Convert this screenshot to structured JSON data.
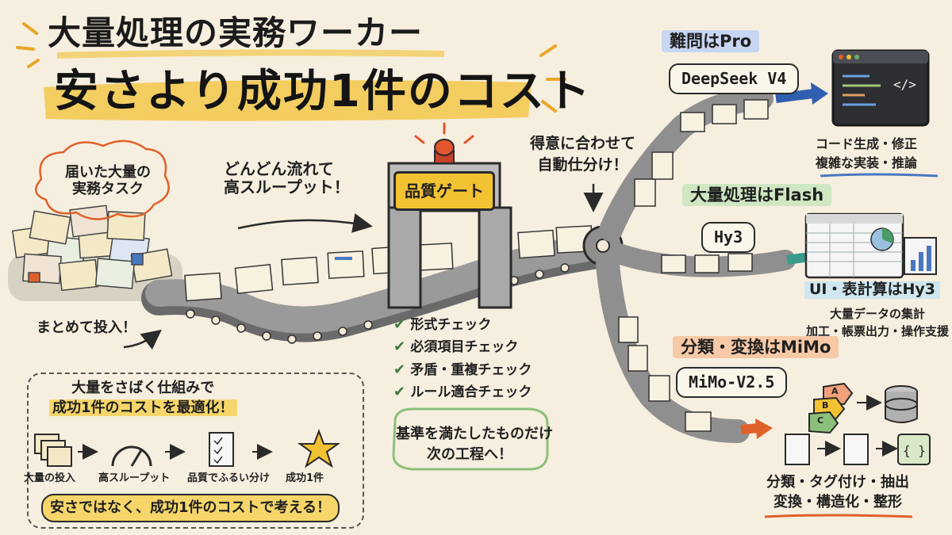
{
  "title": {
    "line1": "大量処理の実務ワーカー",
    "line2": "安さより成功1件のコスト"
  },
  "intake": {
    "bubble": "届いた大量の\n実務タスク",
    "drop": "まとめて投入！",
    "flow": "どんどん流れて\n高スループット！"
  },
  "gate": {
    "label": "品質ゲート",
    "checks": [
      "形式チェック",
      "必須項目チェック",
      "矛盾・重複チェック",
      "ルール適合チェック"
    ],
    "pass": "基準を満たしたものだけ\n次の工程へ！"
  },
  "router": {
    "label": "得意に合わせて\n自動仕分け！"
  },
  "routes": {
    "pro": {
      "title": "難問はPro",
      "model": "DeepSeek V4",
      "desc": "コード生成・修正\n複雑な実装・推論",
      "icon": "code-window-icon",
      "color": "#2f5fb0"
    },
    "flash": {
      "title": "大量処理はFlash",
      "model": "Hy3",
      "desc_title": "UI・表計算はHy3",
      "desc": "大量データの集計\n加工・帳票出力・操作支援",
      "icon": "spreadsheet-icon",
      "color": "#3a9a8c"
    },
    "mimo": {
      "title": "分類・変換はMiMo",
      "model": "MiMo-V2.5",
      "desc": "分類・タグ付け・抽出\n変換・構造化・整形",
      "icon": "tag-database-icon",
      "color": "#e0602a",
      "tags": [
        "A",
        "B",
        "C"
      ]
    }
  },
  "summary": {
    "head_line1": "大量をさばく仕組みで",
    "head_line2": "成功1件のコストを最適化！",
    "steps": [
      "大量の投入",
      "高スループット",
      "品質でふるい分け",
      "成功1件"
    ],
    "banner": "安さではなく、成功1件のコストで考える！"
  }
}
